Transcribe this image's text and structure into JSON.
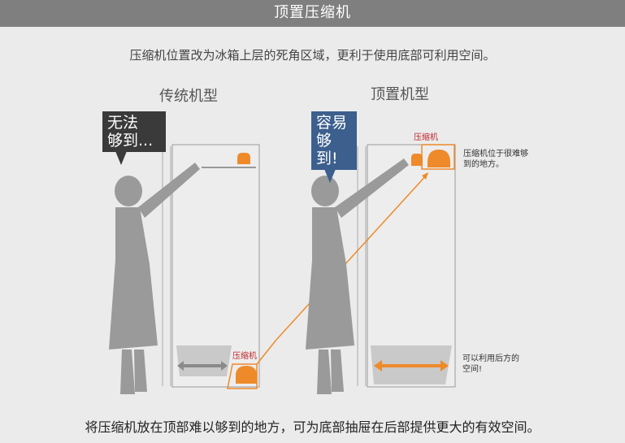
{
  "header": {
    "title": "顶置压缩机"
  },
  "subtitle": "压缩机位置改为冰箱上层的死角区域，更利于使用底部可利用空间。",
  "left_panel": {
    "title": "传统机型",
    "bubble_line1": "无法",
    "bubble_line2": "够到...",
    "compressor_label": "压缩机"
  },
  "right_panel": {
    "title": "顶置机型",
    "bubble_line1": "容易",
    "bubble_line2": "够到!",
    "compressor_label": "压缩机",
    "note_top_line1": "压缩机位于很难够",
    "note_top_line2": "到的地方。",
    "note_bottom_line1": "可以利用后方的",
    "note_bottom_line2": "空间!"
  },
  "footer": "将压缩机放在顶部难以够到的地方，可为底部抽屉在后部提供更大的有效空间。",
  "colors": {
    "header_bg": "#7f7f7f",
    "background": "#ebebeb",
    "accent_orange": "#ee8a2a",
    "bubble_dark": "#3a3a3a",
    "bubble_blue": "#3c5f8d",
    "label_red": "#c0282d",
    "silhouette": "#9a9a9a"
  }
}
